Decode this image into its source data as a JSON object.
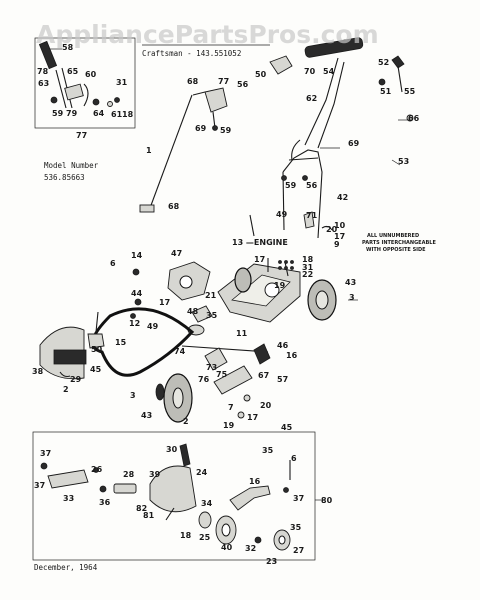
{
  "watermark": "AppliancePartsPros.com",
  "header": {
    "line1": "Craftsman - 143.551052"
  },
  "model": {
    "label": "Model Number",
    "number": "536.85663"
  },
  "note": {
    "line1": "ALL UNNUMBERED",
    "line2": "PARTS INTERCHANGEABLE",
    "line3": "WITH OPPOSITE SIDE"
  },
  "footer_date": "December, 1964",
  "engine_label": "13 —ENGINE",
  "box_labels": {
    "upper": "77",
    "lower": "80"
  },
  "part_labels": [
    "58",
    "78",
    "65",
    "60",
    "63",
    "59",
    "79",
    "64",
    "31",
    "61",
    "18",
    "68",
    "77",
    "56",
    "69",
    "59",
    "50",
    "70",
    "54",
    "52",
    "51",
    "55",
    "62",
    "66",
    "69",
    "53",
    "59",
    "56",
    "42",
    "1",
    "68",
    "49",
    "71",
    "20",
    "10",
    "17",
    "9",
    "17",
    "18",
    "31",
    "22",
    "19",
    "43",
    "3",
    "11",
    "6",
    "14",
    "47",
    "21",
    "44",
    "17",
    "12",
    "48",
    "49",
    "35",
    "50",
    "15",
    "45",
    "74",
    "46",
    "16",
    "73",
    "67",
    "57",
    "75",
    "76",
    "7",
    "17",
    "20",
    "19",
    "45",
    "38",
    "29",
    "2",
    "3",
    "43",
    "2",
    "30",
    "24",
    "37",
    "37",
    "33",
    "26",
    "36",
    "28",
    "39",
    "82",
    "81",
    "34",
    "18",
    "25",
    "16",
    "40",
    "32",
    "23",
    "27",
    "35",
    "35",
    "37",
    "6"
  ]
}
